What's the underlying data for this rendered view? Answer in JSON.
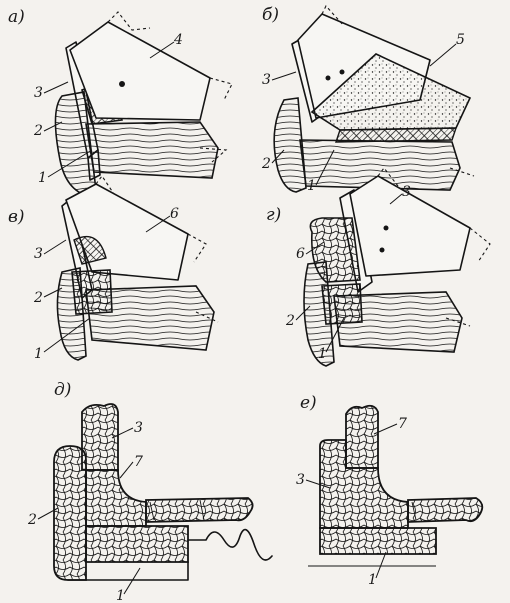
{
  "figure": {
    "panels": [
      {
        "id": "a",
        "label": "а)",
        "callouts": [
          "1",
          "2",
          "3",
          "4"
        ]
      },
      {
        "id": "b",
        "label": "б)",
        "callouts": [
          "1",
          "2",
          "3",
          "5"
        ]
      },
      {
        "id": "v",
        "label": "в)",
        "callouts": [
          "1",
          "2",
          "3",
          "6"
        ]
      },
      {
        "id": "g",
        "label": "г)",
        "callouts": [
          "1",
          "2",
          "3",
          "6"
        ]
      },
      {
        "id": "d",
        "label": "д)",
        "callouts": [
          "1",
          "2",
          "3",
          "7"
        ]
      },
      {
        "id": "e",
        "label": "е)",
        "callouts": [
          "1",
          "3",
          "7"
        ]
      }
    ]
  },
  "colors": {
    "ink": "#151515",
    "paper": "#f4f2ee"
  }
}
